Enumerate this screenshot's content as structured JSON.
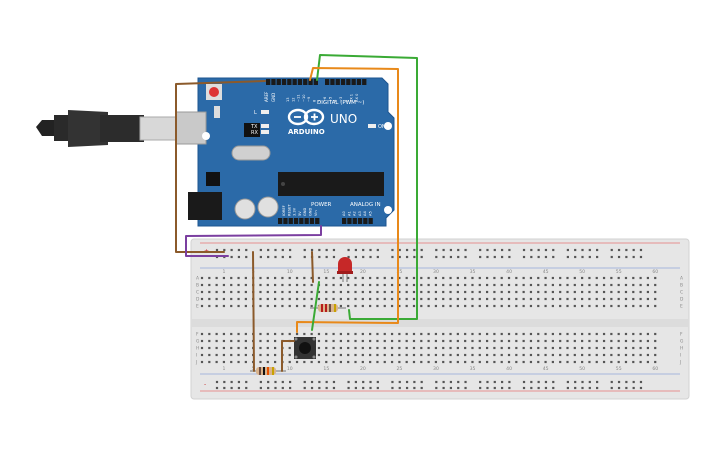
{
  "arduino": {
    "brand": "ARDUINO",
    "model": "UNO",
    "digital_label": "DIGITAL (PWM ~)",
    "analog_label": "ANALOG IN",
    "power_label": "POWER",
    "on_label": "ON",
    "tx_label": "TX",
    "rx_label": "RX",
    "l_label": "L",
    "aref_label": "AREF",
    "gnd_label": "GND",
    "digital_pins": [
      "13",
      "12",
      "~11",
      "~10",
      "~9",
      "8",
      "7",
      "~6",
      "~5",
      "4",
      "~3",
      "2",
      "TX 1",
      "RX 0"
    ],
    "power_pins": [
      "IOREF",
      "RESET",
      "3.3V",
      "5V",
      "GND",
      "GND",
      "Vin"
    ],
    "analog_pins": [
      "A0",
      "A1",
      "A2",
      "A3",
      "A4",
      "A5"
    ]
  },
  "breadboard": {
    "column_numbers": [
      "1",
      "5",
      "10",
      "15",
      "20",
      "25",
      "30",
      "35",
      "40",
      "45",
      "50",
      "55",
      "60"
    ],
    "row_letters_top": [
      "A",
      "B",
      "C",
      "D",
      "E"
    ],
    "row_letters_bottom": [
      "F",
      "G",
      "H",
      "I",
      "J"
    ],
    "rail_plus": "+",
    "rail_minus": "-"
  },
  "colors": {
    "board_blue": "#2b6aa8",
    "breadboard": "#e6e6e6",
    "wire_orange": "#e8891a",
    "wire_green": "#3aaa35",
    "wire_purple": "#7b3fa0",
    "wire_brown": "#8b5a2b",
    "led_red": "#c62828"
  }
}
